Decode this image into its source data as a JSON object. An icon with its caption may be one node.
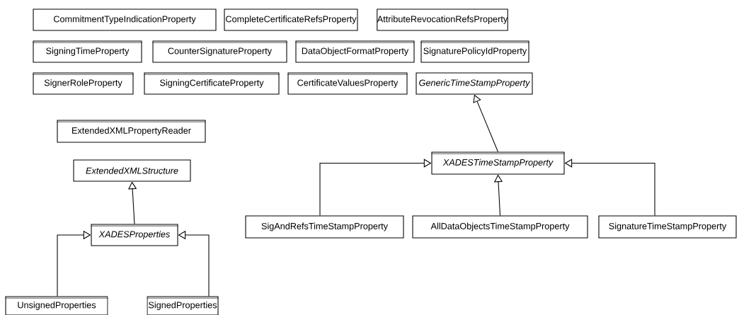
{
  "diagram": {
    "nodes": [
      {
        "text": [
          "CommitmentTypeIndicationProperty"
        ]
      },
      {
        "text": [
          "CompleteCertificateRefsProperty"
        ]
      },
      {
        "text": [
          "AttributeRevocationRefsProperty"
        ]
      },
      {
        "text": [
          "SigningTimeProperty"
        ]
      },
      {
        "text": [
          "CounterSignatureProperty"
        ]
      },
      {
        "text": [
          "DataObjectFormatProperty"
        ]
      },
      {
        "text": [
          "SignaturePolicyIdProperty"
        ]
      },
      {
        "text": [
          "SignerRoleProperty"
        ]
      },
      {
        "text": [
          "SigningCertificateProperty"
        ]
      },
      {
        "text": [
          "CertificateValuesProperty"
        ]
      },
      {
        "text": [
          "GenericTimeStampProperty"
        ]
      },
      {
        "text": [
          "ExtendedXMLPropertyReader"
        ]
      },
      {
        "text": [
          "ExtendedXMLStructure"
        ]
      },
      {
        "text": [
          "XADESProperties"
        ]
      },
      {
        "text": [
          "UnsignedProperties"
        ]
      },
      {
        "text": [
          "SignedProperties"
        ]
      },
      {
        "text": [
          "XADESTimeStampProperty"
        ]
      },
      {
        "text": [
          "SigAndRefsTimeStampProperty"
        ]
      },
      {
        "text": [
          "AllDataObjectsTimeStampProperty"
        ]
      },
      {
        "text": [
          "SignatureTimeStampProperty"
        ]
      }
    ],
    "edges": [
      {
        "from": 13,
        "to": 12,
        "arrow": "to"
      },
      {
        "from": 14,
        "to": 13,
        "arrow": "to"
      },
      {
        "from": 15,
        "to": 13,
        "arrow": "to"
      },
      {
        "from": 16,
        "to": 10,
        "arrow": "to"
      },
      {
        "from": 17,
        "to": 16,
        "arrow": "to"
      },
      {
        "from": 18,
        "to": 16,
        "arrow": "to"
      },
      {
        "from": 19,
        "to": 16,
        "arrow": "to"
      }
    ]
  }
}
